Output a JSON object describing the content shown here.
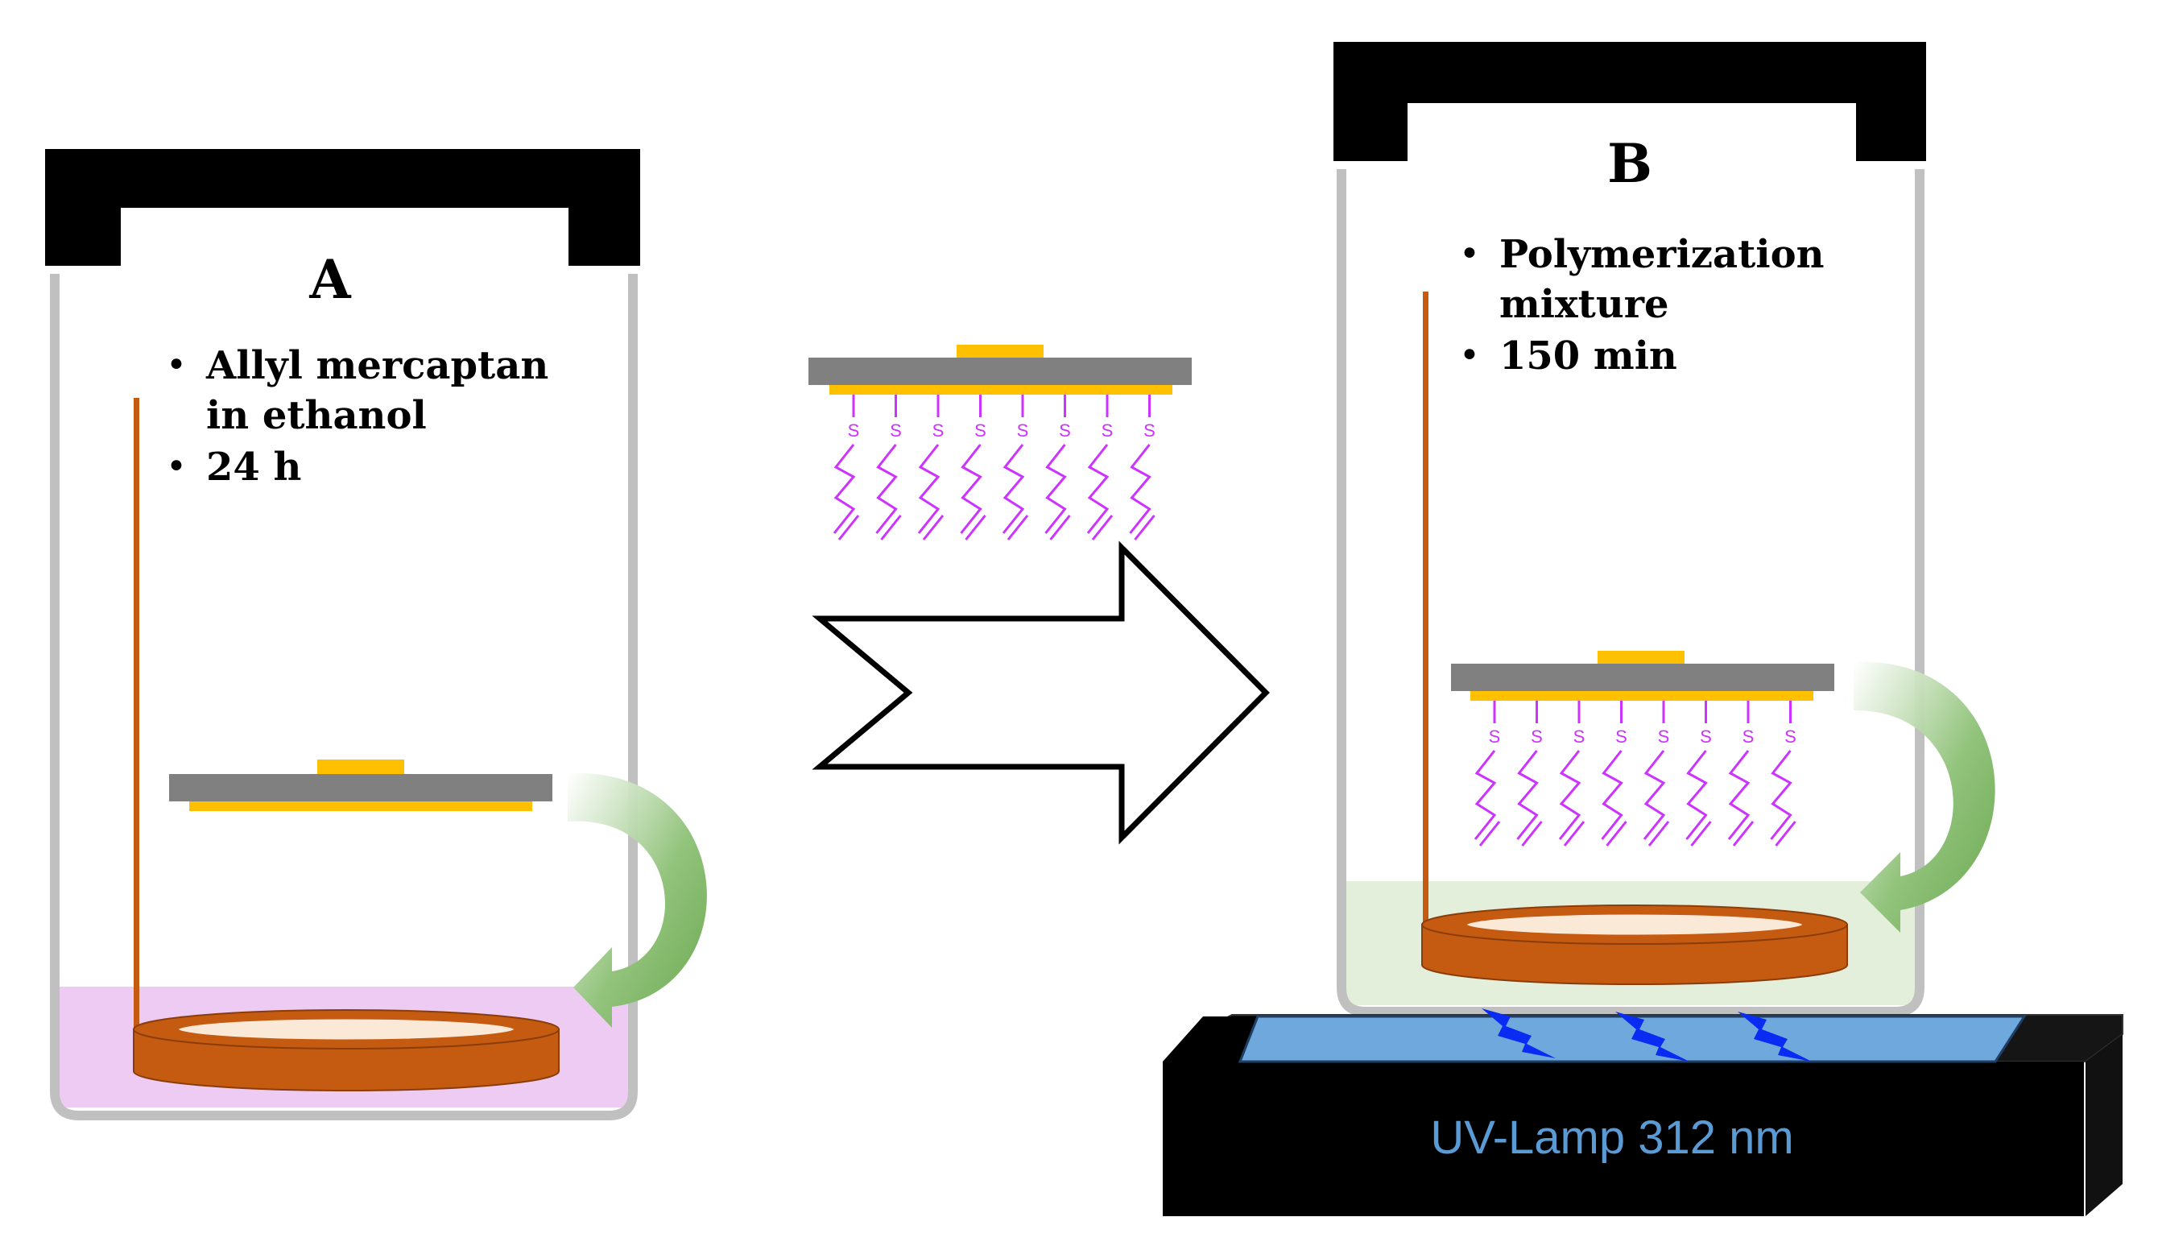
{
  "panel_a": {
    "label": "A",
    "bullets": [
      "Allyl mercaptan",
      "in ethanol",
      "24 h"
    ],
    "solution_color": "#eecbf2"
  },
  "panel_b": {
    "label": "B",
    "bullets": [
      "Polymerization",
      "mixture",
      "150 min"
    ],
    "solution_color": "#e3eedb"
  },
  "thiol_label": "S",
  "lamp": {
    "label": "UV-Lamp 312 nm",
    "text_color": "#5b9bd5",
    "window_color": "#6fa8dc"
  },
  "colors": {
    "cap": "#000000",
    "jar_wall": "#c0c0c0",
    "substrate": "#808080",
    "gold": "#ffc000",
    "electrode_rod": "#c55a11",
    "dish": "#c55a11",
    "thiol_chain": "#cc33ff",
    "curve_arrow": "#70ad47",
    "uv_bolt": "#0a2bf2"
  }
}
